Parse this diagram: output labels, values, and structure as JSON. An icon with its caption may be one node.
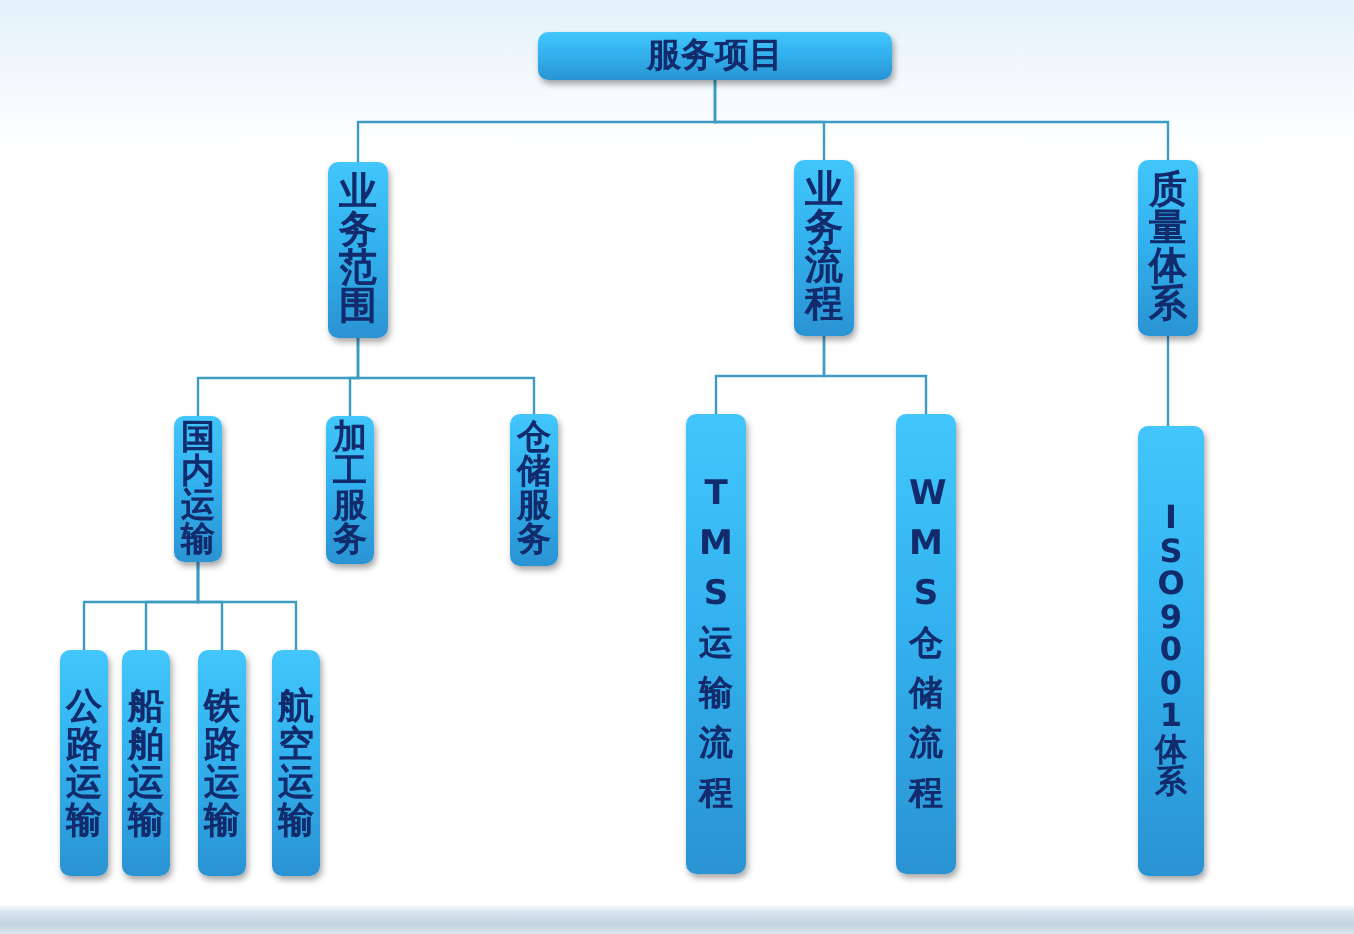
{
  "diagram": {
    "nodes": [
      {
        "text": [
          "服务项目"
        ]
      },
      {
        "text": [
          "业务范围"
        ]
      },
      {
        "text": [
          "业务流程"
        ]
      },
      {
        "text": [
          "质量体系"
        ]
      },
      {
        "text": [
          "国内运输"
        ]
      },
      {
        "text": [
          "加工服务"
        ]
      },
      {
        "text": [
          "仓储服务"
        ]
      },
      {
        "text": [
          "TMS运输流程"
        ]
      },
      {
        "text": [
          "WMS仓储流程"
        ]
      },
      {
        "text": [
          "ISO9001体系"
        ]
      },
      {
        "text": [
          "公路运输"
        ]
      },
      {
        "text": [
          "船舶运输"
        ]
      },
      {
        "text": [
          "铁路运输"
        ]
      },
      {
        "text": [
          "航空运输"
        ]
      }
    ],
    "edges": [
      {
        "from": 0,
        "to": 1,
        "arrow": "none"
      },
      {
        "from": 0,
        "to": 2,
        "arrow": "none"
      },
      {
        "from": 0,
        "to": 3,
        "arrow": "none"
      },
      {
        "from": 1,
        "to": 4,
        "arrow": "none"
      },
      {
        "from": 1,
        "to": 5,
        "arrow": "none"
      },
      {
        "from": 1,
        "to": 6,
        "arrow": "none"
      },
      {
        "from": 2,
        "to": 7,
        "arrow": "none"
      },
      {
        "from": 2,
        "to": 8,
        "arrow": "none"
      },
      {
        "from": 3,
        "to": 9,
        "arrow": "none"
      },
      {
        "from": 4,
        "to": 10,
        "arrow": "none"
      },
      {
        "from": 4,
        "to": 11,
        "arrow": "none"
      },
      {
        "from": 4,
        "to": 12,
        "arrow": "none"
      },
      {
        "from": 4,
        "to": 13,
        "arrow": "none"
      }
    ]
  }
}
